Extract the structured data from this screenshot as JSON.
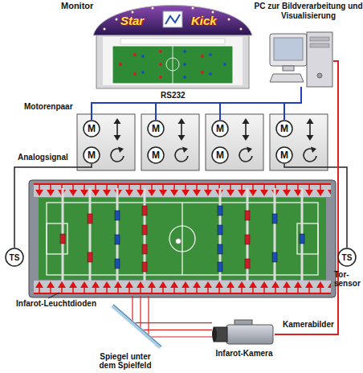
{
  "diagram": {
    "nodes": [
      {
        "text": [
          "PC zur Bildverarbeitung und Visualisierung"
        ]
      },
      {
        "text": [
          "M"
        ]
      },
      {
        "text": [
          "M"
        ]
      },
      {
        "text": [
          "M"
        ]
      },
      {
        "text": [
          "M"
        ]
      },
      {
        "text": [
          "M"
        ]
      },
      {
        "text": [
          "M"
        ]
      },
      {
        "text": [
          "M"
        ]
      },
      {
        "text": [
          "M"
        ]
      },
      {
        "text": [
          "TS"
        ]
      },
      {
        "text": [
          "TS"
        ]
      },
      {
        "text": [
          "Infarot-Kamera"
        ]
      }
    ],
    "edges": [
      {
        "from": 0,
        "to": 1,
        "arrow": "none"
      },
      {
        "from": 0,
        "to": 3,
        "arrow": "none"
      },
      {
        "from": 0,
        "to": 5,
        "arrow": "none"
      },
      {
        "from": 0,
        "to": 7,
        "arrow": "none"
      },
      {
        "from": 9,
        "to": 2,
        "arrow": "none"
      },
      {
        "from": 10,
        "to": 8,
        "arrow": "none"
      },
      {
        "from": 11,
        "to": 0,
        "label": "Kamerabilder",
        "arrow": "none"
      }
    ],
    "labels": [
      "Monitor",
      "Star",
      "Kick",
      "RS232",
      "Motorenpaar",
      "Analogsignal",
      "Tor- sensor",
      "Infarot-Leuchtdioden",
      "Spiegel unter dem Spielfeld"
    ]
  }
}
